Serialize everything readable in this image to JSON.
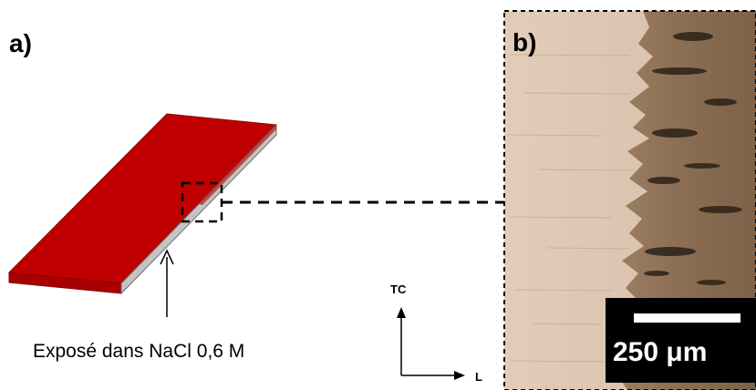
{
  "panel_a": {
    "label": "a)",
    "caption": "Exposé dans NaCl 0,6 M"
  },
  "panel_b": {
    "label": "b)",
    "scale_bar": "250 μm"
  },
  "axes": {
    "vertical": "TC",
    "horizontal": "L"
  },
  "colors": {
    "plate_top": "#c00000",
    "plate_side": "#a00000",
    "exposed_edge": "#c0c0c0",
    "metal_base": "#dcc6b2",
    "corroded": "#8b6f55",
    "scale_box": "#000000"
  }
}
